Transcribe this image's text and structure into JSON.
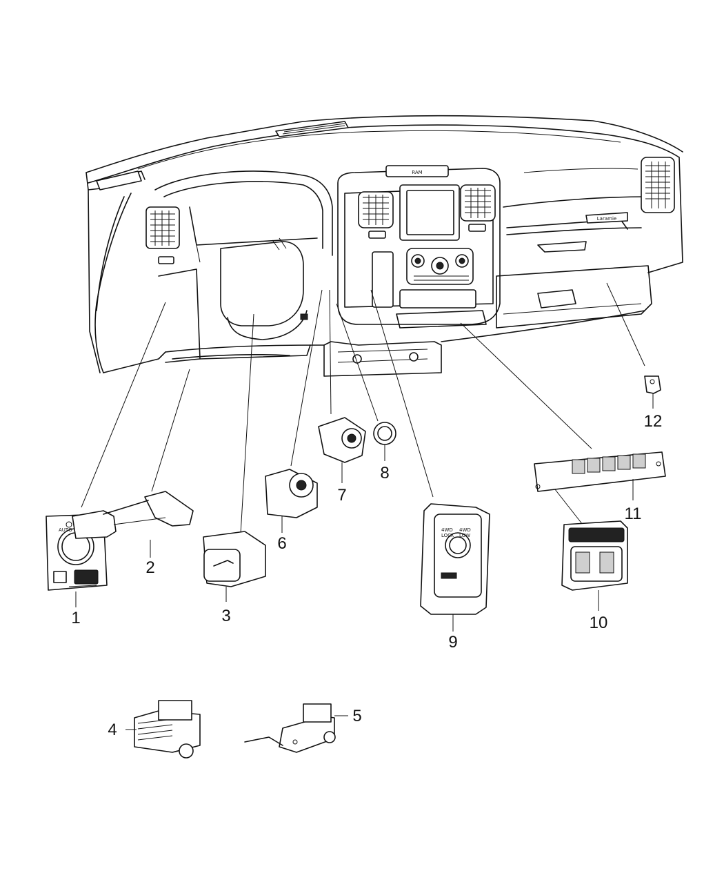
{
  "callouts": [
    {
      "id": "1",
      "label": "1"
    },
    {
      "id": "2",
      "label": "2"
    },
    {
      "id": "3",
      "label": "3"
    },
    {
      "id": "4",
      "label": "4"
    },
    {
      "id": "5",
      "label": "5"
    },
    {
      "id": "6",
      "label": "6"
    },
    {
      "id": "7",
      "label": "7"
    },
    {
      "id": "8",
      "label": "8"
    },
    {
      "id": "9",
      "label": "9"
    },
    {
      "id": "10",
      "label": "10"
    },
    {
      "id": "11",
      "label": "11"
    },
    {
      "id": "12",
      "label": "12"
    }
  ],
  "dash_badge": "RAM",
  "trim_script": "Laramie",
  "headlamp_knob_text": "AUTO",
  "transfer_case_labels": [
    "4WD",
    "4WD",
    "LOCK",
    "LOW"
  ],
  "colors": {
    "line": "#111111",
    "background": "#ffffff"
  }
}
